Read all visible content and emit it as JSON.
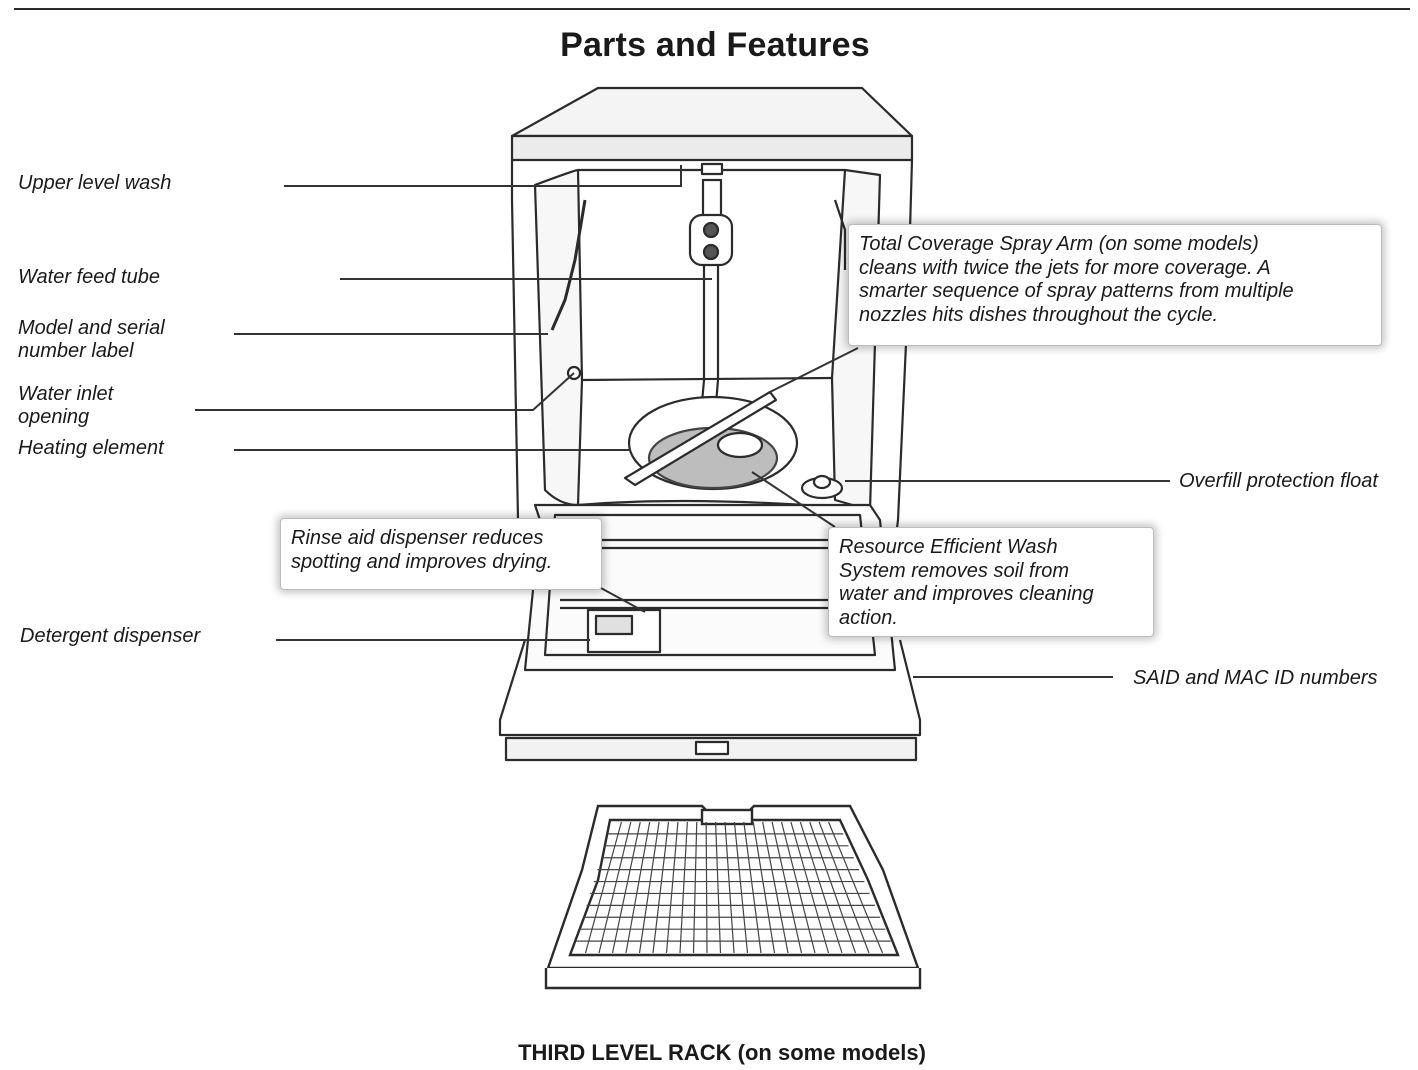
{
  "title": "Parts and Features",
  "labels": {
    "upper_level_wash": "Upper level wash",
    "water_feed_tube": "Water feed tube",
    "model_serial_line1": "Model and serial",
    "model_serial_line2": "number label",
    "water_inlet_line1": "Water inlet",
    "water_inlet_line2": "opening",
    "heating_element": "Heating element",
    "detergent_dispenser": "Detergent dispenser",
    "overfill_float": "Overfill protection float",
    "said_mac": "SAID and MAC ID numbers"
  },
  "callouts": {
    "spray_arm": [
      "Total Coverage Spray Arm (on some models)",
      "cleans with twice the jets for more coverage. A",
      "smarter sequence of spray patterns from multiple",
      "nozzles hits dishes throughout the cycle."
    ],
    "rinse_aid": [
      "Rinse aid dispenser reduces",
      "spotting and improves drying."
    ],
    "wash_system": [
      "Resource Efficient Wash",
      "System removes soil from",
      "water and improves cleaning",
      "action."
    ]
  },
  "caption": "THIRD LEVEL RACK (on some models)"
}
